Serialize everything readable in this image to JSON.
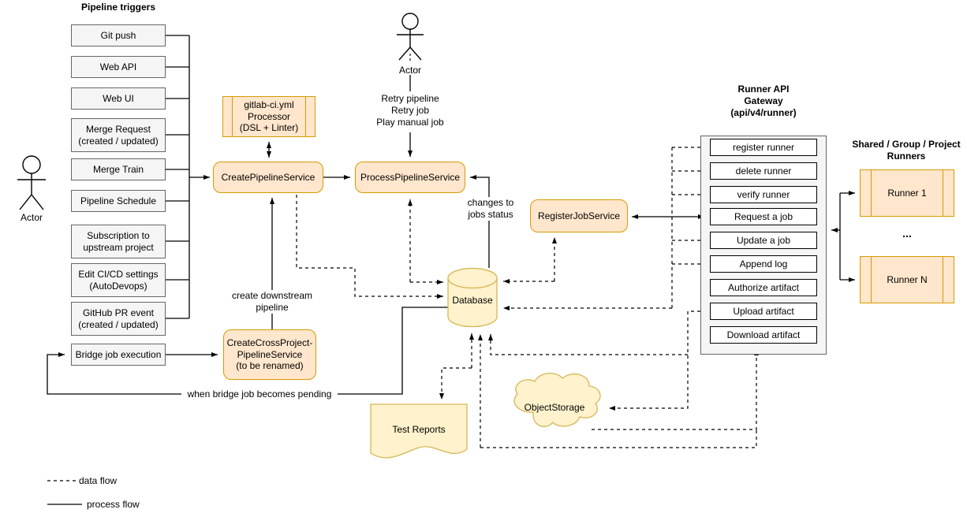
{
  "triggers": {
    "title": "Pipeline triggers",
    "items": [
      "Git push",
      "Web API",
      "Web UI",
      "Merge Request\n(created / updated)",
      "Merge Train",
      "Pipeline Schedule",
      "Subscription to\nupstream project",
      "Edit CI/CD settings\n(AutoDevops)",
      "GitHub PR event\n(created / updated)",
      "Bridge job execution"
    ]
  },
  "nodes": {
    "processor": "gitlab-ci.yml\nProcessor\n(DSL + Linter)",
    "create_pipeline": "CreatePipelineService",
    "process_pipeline": "ProcessPipelineService",
    "register_job": "RegisterJobService",
    "create_cross_project": "CreateCrossProject-\nPipelineService\n(to be renamed)",
    "database": "Database",
    "object_storage": "ObjectStorage",
    "test_reports": "Test Reports"
  },
  "gateway": {
    "title": "Runner API\nGateway\n(api/v4/runner)",
    "endpoints": [
      "register runner",
      "delete runner",
      "verify runner",
      "Request a job",
      "Update a job",
      "Append log",
      "Authorize artifact",
      "Upload artifact",
      "Download artifact"
    ]
  },
  "runners": {
    "title": "Shared / Group / Project\nRunners",
    "runner_1": "Runner 1",
    "runner_n": "Runner N",
    "ellipsis": "..."
  },
  "annotations": {
    "retry": "Retry pipeline\nRetry job\nPlay manual job",
    "changes": "changes to\njobs status",
    "downstream": "create downstream\npipeline",
    "pending": "when bridge job becomes pending"
  },
  "actors": {
    "top": "Actor",
    "left": "Actor"
  },
  "legend": {
    "data_flow": "data flow",
    "process_flow": "process flow"
  },
  "colors": {
    "orange_fill": "#FFE6CC",
    "orange_stroke": "#D79B00",
    "yellow_fill": "#FFF2CC",
    "yellow_stroke": "#D6B656",
    "gray_fill": "#F5F5F5",
    "gray_stroke": "#666666",
    "line": "#000000"
  }
}
